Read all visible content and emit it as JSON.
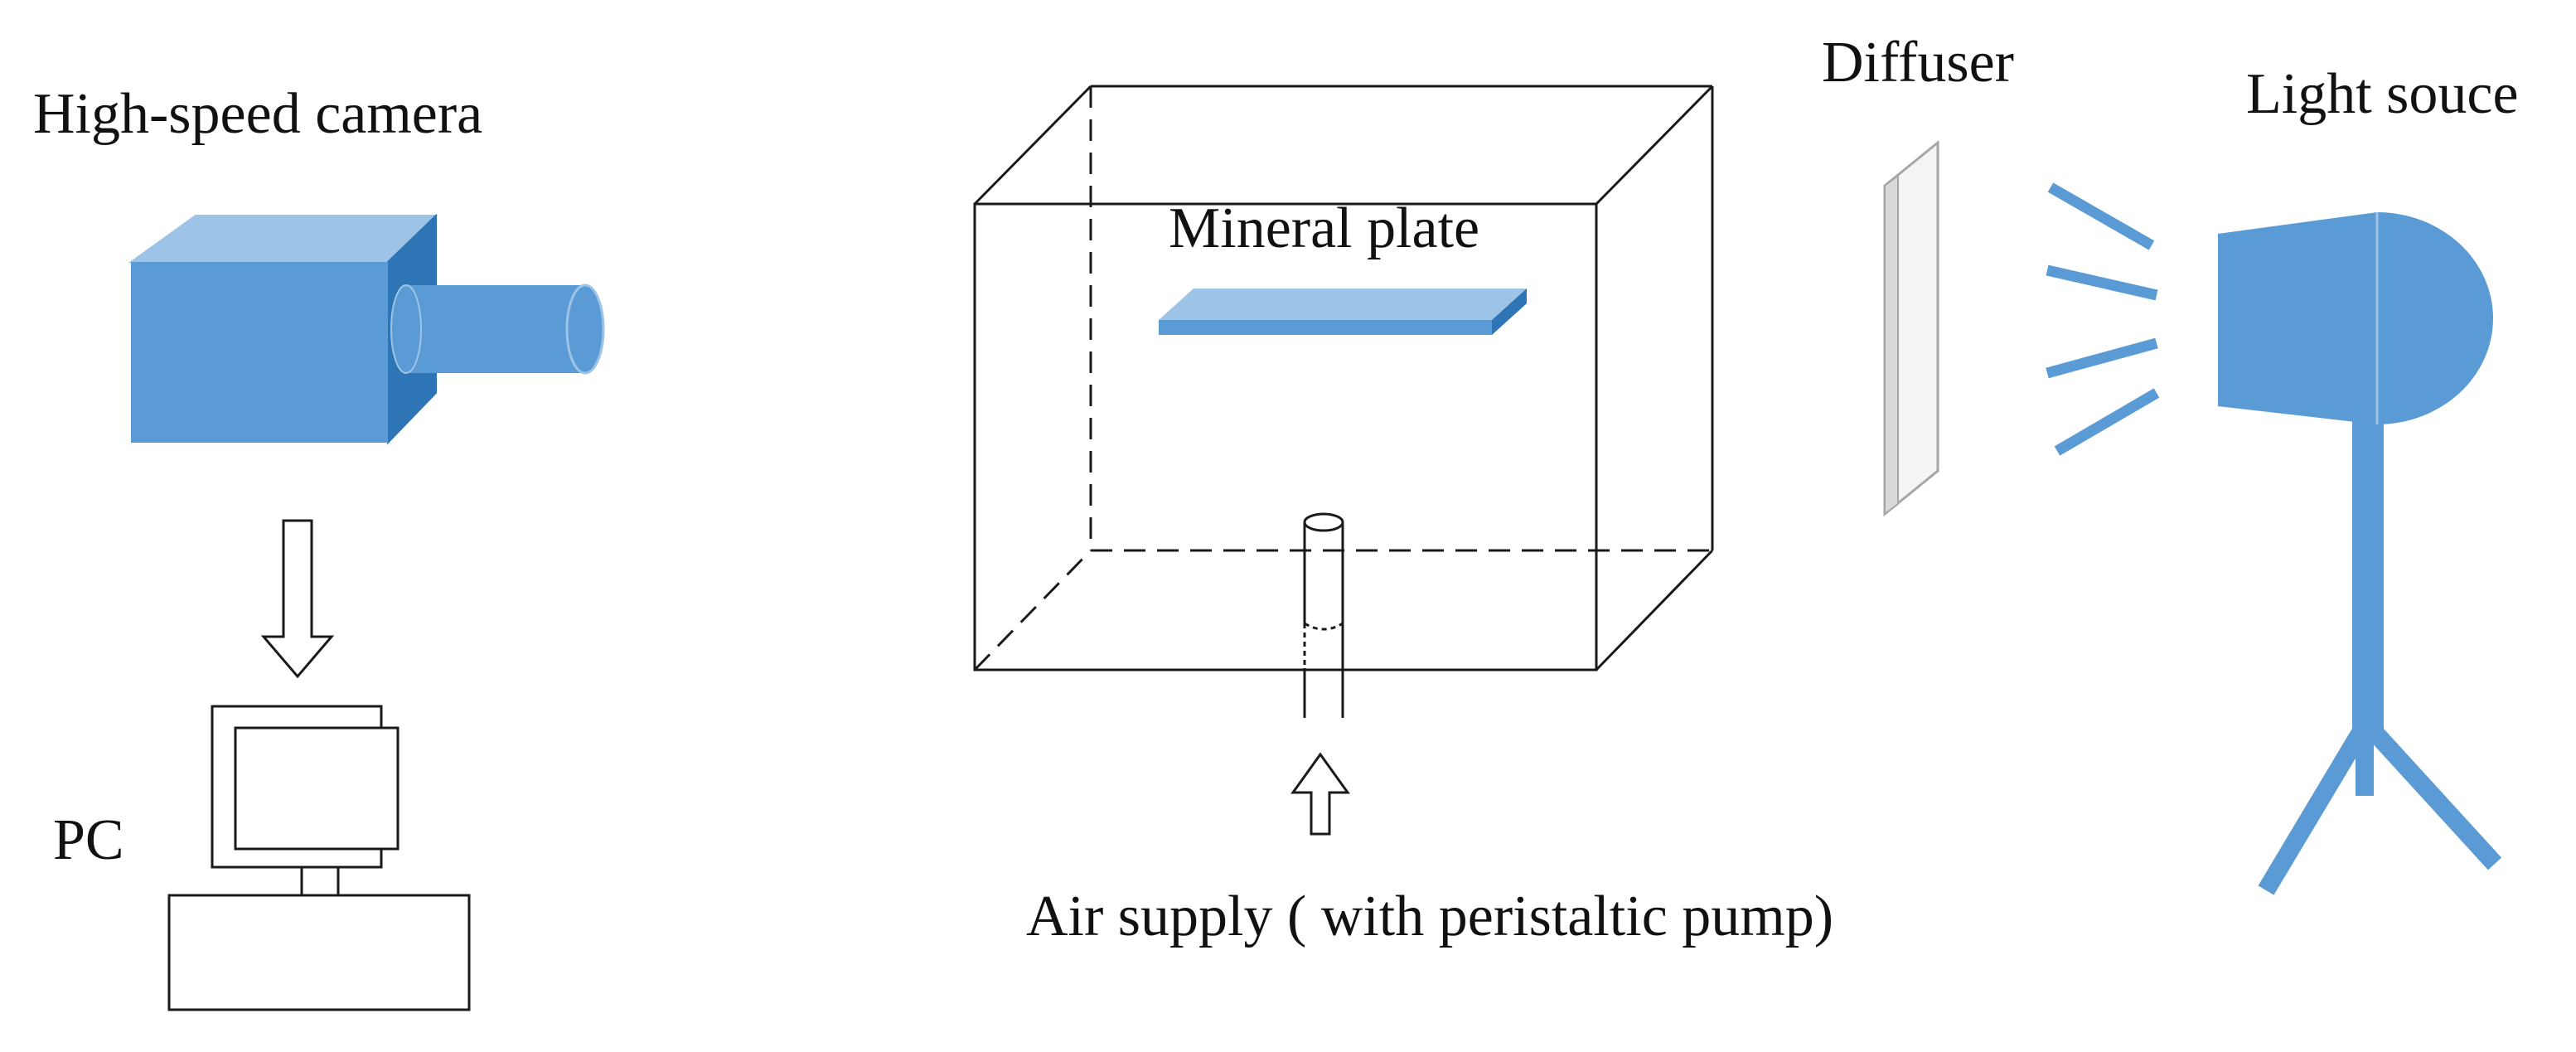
{
  "labels": {
    "camera": "High-speed camera",
    "pc": "PC",
    "mineral_plate": "Mineral plate",
    "air_supply": "Air supply ( with peristaltic pump)",
    "diffuser": "Diffuser",
    "light_source": "Light souce"
  },
  "colors": {
    "blue_face": "#5b9bd5",
    "blue_top": "#9dc3e6",
    "blue_side": "#2e75b6",
    "outline": "#1a1a1a"
  }
}
